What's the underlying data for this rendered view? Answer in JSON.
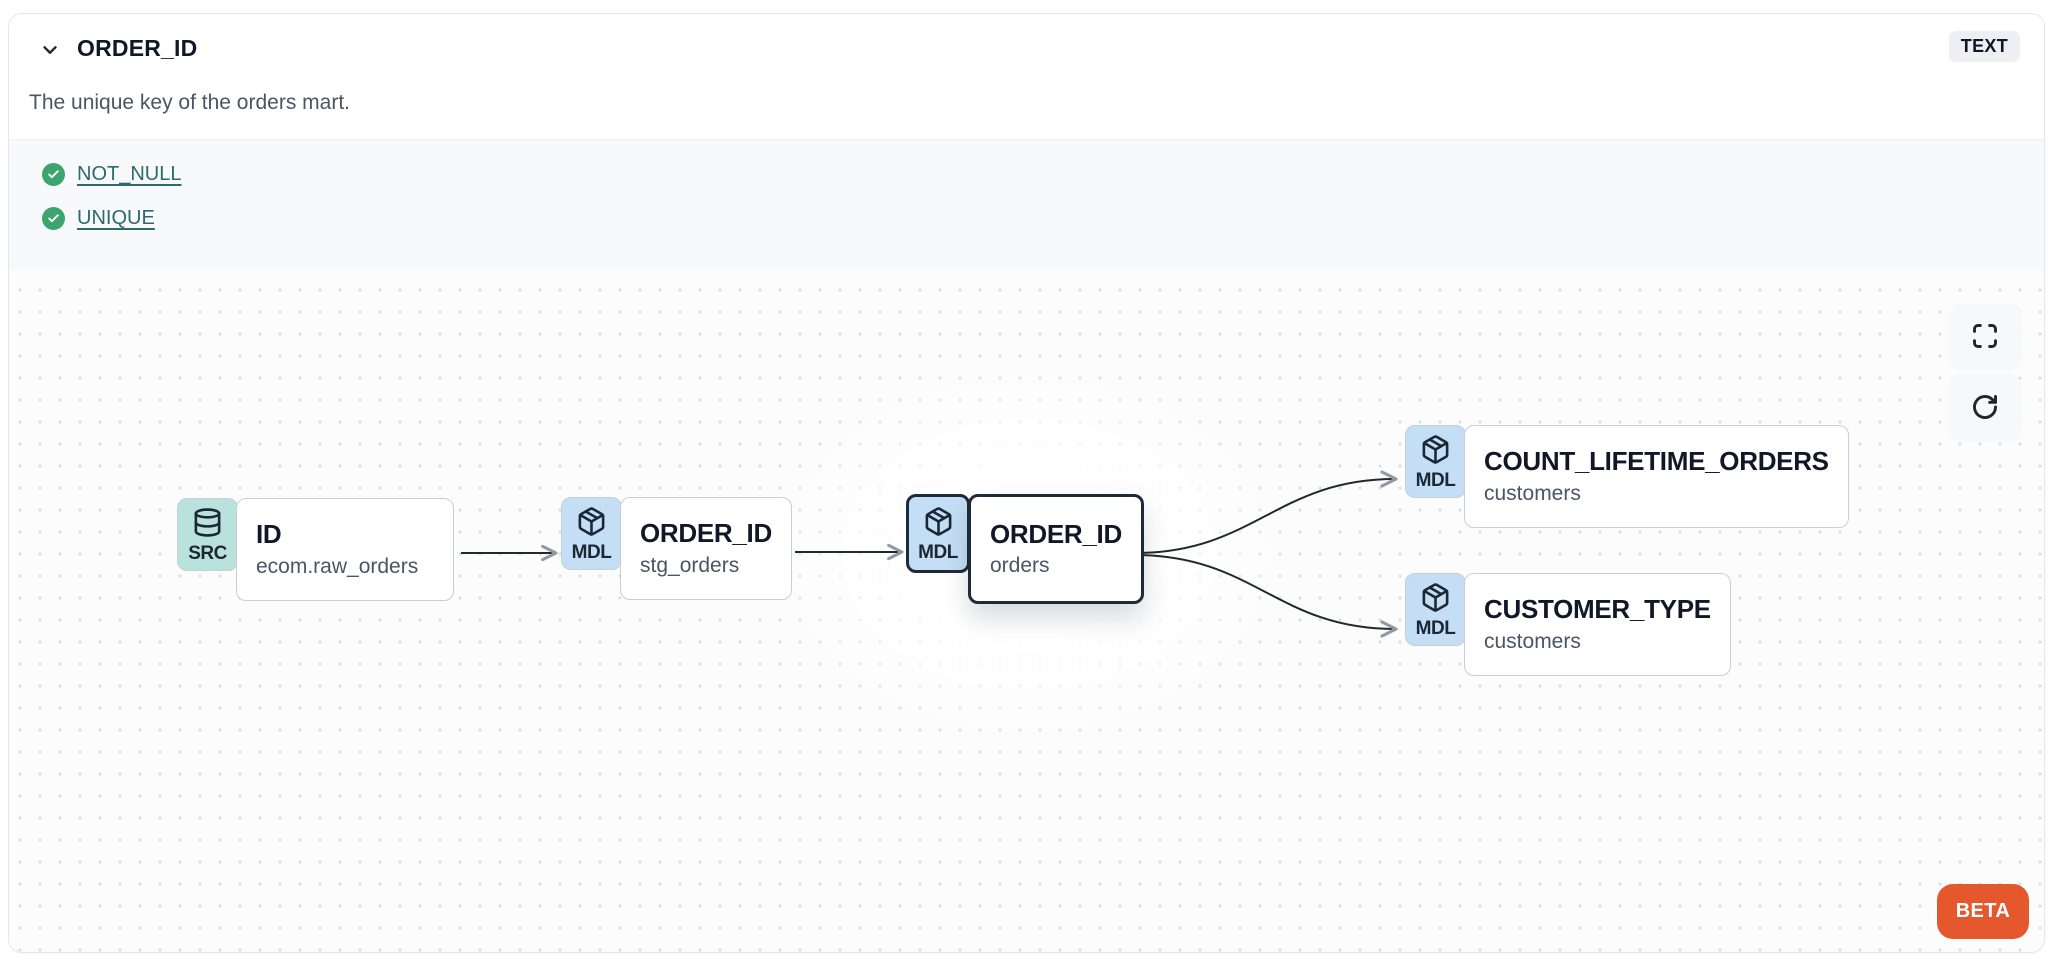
{
  "panel": {
    "title": "ORDER_ID",
    "description": "The unique key of the orders mart.",
    "type_badge": "TEXT"
  },
  "tests": [
    {
      "label": "NOT_NULL",
      "status": "pass"
    },
    {
      "label": "UNIQUE",
      "status": "pass"
    }
  ],
  "lineage": {
    "nodes": [
      {
        "badge": "SRC",
        "icon": "database-icon",
        "title": "ID",
        "subtitle": "ecom.raw_orders",
        "selected": false
      },
      {
        "badge": "MDL",
        "icon": "cube-icon",
        "title": "ORDER_ID",
        "subtitle": "stg_orders",
        "selected": false
      },
      {
        "badge": "MDL",
        "icon": "cube-icon",
        "title": "ORDER_ID",
        "subtitle": "orders",
        "selected": true
      },
      {
        "badge": "MDL",
        "icon": "cube-icon",
        "title": "COUNT_LIFETIME_ORDERS",
        "subtitle": "customers",
        "selected": false
      },
      {
        "badge": "MDL",
        "icon": "cube-icon",
        "title": "CUSTOMER_TYPE",
        "subtitle": "customers",
        "selected": false
      }
    ],
    "edges": [
      {
        "from": "ID (ecom.raw_orders)",
        "to": "ORDER_ID (stg_orders)"
      },
      {
        "from": "ORDER_ID (stg_orders)",
        "to": "ORDER_ID (orders)"
      },
      {
        "from": "ORDER_ID (orders)",
        "to": "COUNT_LIFETIME_ORDERS (customers)"
      },
      {
        "from": "ORDER_ID (orders)",
        "to": "CUSTOMER_TYPE (customers)"
      }
    ]
  },
  "beta_label": "BETA",
  "colors": {
    "check_green": "#3ea46e",
    "test_link_teal": "#2d6b6b",
    "src_badge_bg": "#b9e2dd",
    "mdl_badge_bg": "#c3def5",
    "selected_border": "#1e2939",
    "beta_orange": "#e5582e"
  }
}
